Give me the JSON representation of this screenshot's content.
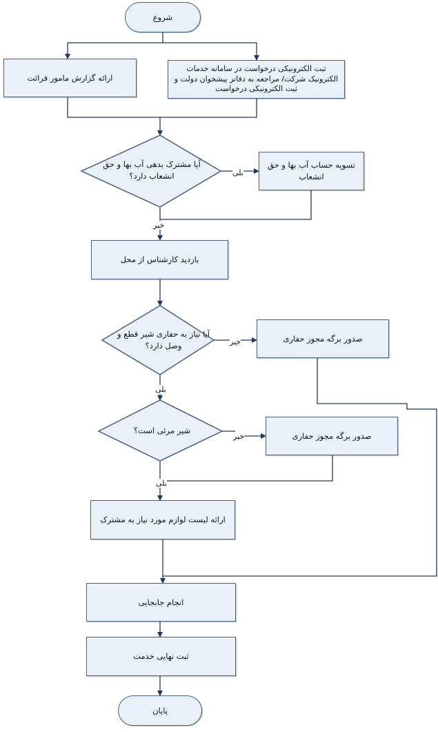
{
  "colors": {
    "fill": "#e9f0f8",
    "border": "#44607f",
    "line": "#1f3864"
  },
  "nodes": {
    "start": "شروع",
    "reader_report": "ارائه گزارش مامور قرائت",
    "e_request": "ثبت الکترونیکی درخواست در سامانه خدمات الکترونیک شرکت/  مراجعه به دفاتر پیشخوان دولت و ثبت الکترونیکی درخواست",
    "q_debt": "آیا مشترک بدهی آب بها و حق انشعاب  دارد؟",
    "settle": "تسویه حساب آب بها و حق انشعاب",
    "expert_visit": "بازدید کارشناس از محل",
    "q_dig": "آیا نیاز به حفاری شیر قطع و وصل دارد؟",
    "permit1": "صدور برگه مجوز حفاری",
    "q_visible": "شیر مرئی است؟",
    "permit2": "صدور برگه مجوز حفاری",
    "parts_list": "ارائه لیست لوازم مورد نیاز به مشترک",
    "relocate": "انجام جابجایی",
    "final_register": "ثبت نهایی خدمت",
    "end": "پایان"
  },
  "labels": {
    "yes1": "بلی",
    "no1": "خیر",
    "no2": "خیر",
    "yes2": "بلی",
    "no3": "خیر",
    "yes3": "بلی"
  }
}
